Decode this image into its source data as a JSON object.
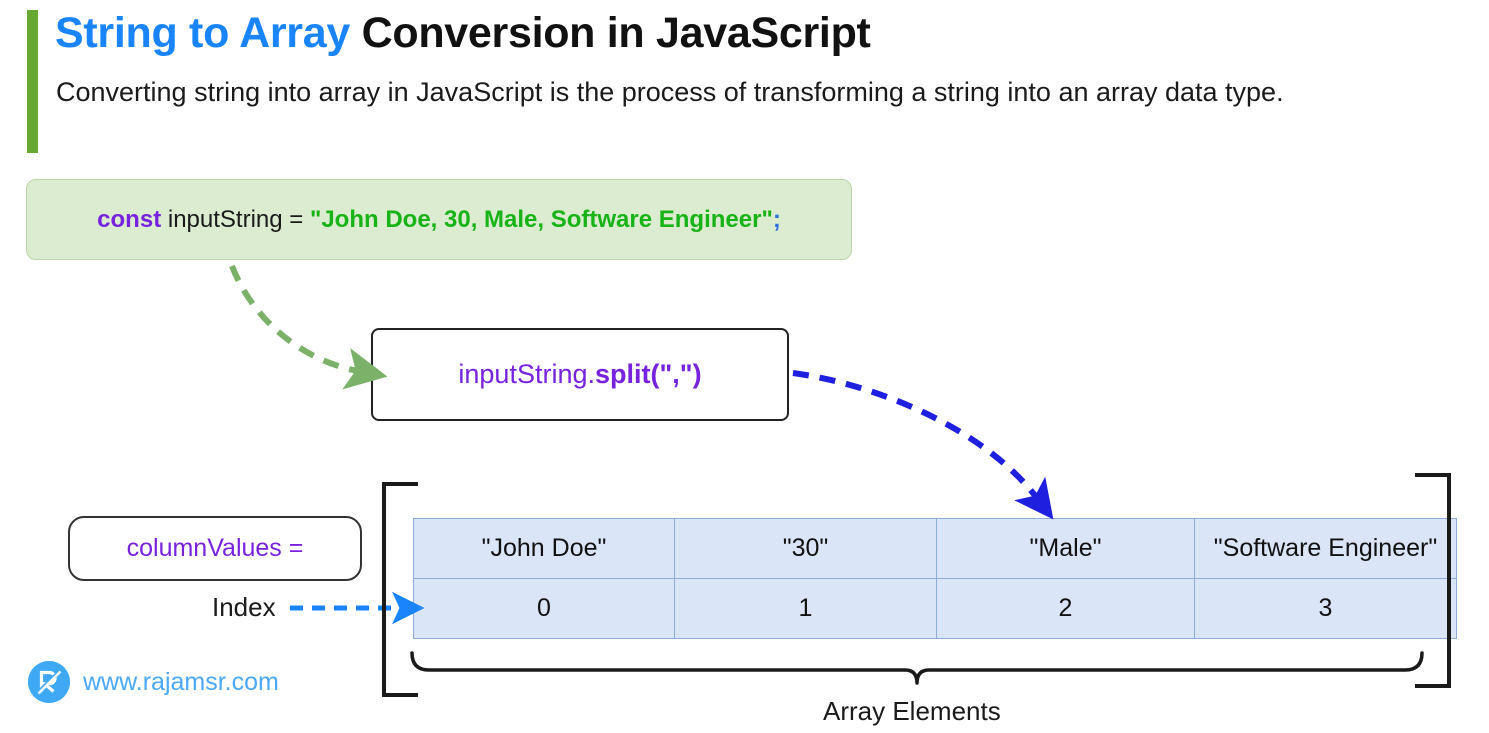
{
  "header": {
    "title_highlight": "String to Array",
    "title_rest": " Conversion in JavaScript",
    "subtitle": "Converting string into array in JavaScript is the process of transforming a string into an array data type.",
    "accent_color": "#66a832",
    "highlight_color": "#1a84fc"
  },
  "code_block": {
    "keyword": "const",
    "identifier": " inputString ",
    "operator": "= ",
    "string_literal": "\"John Doe, 30, Male, Software Engineer\"",
    "semicolon": ";",
    "background_color": "#dcecd0",
    "keyword_color": "#7722dd",
    "string_color": "#17b317"
  },
  "split_box": {
    "prefix": "inputString.",
    "method": "split(\",\")",
    "text_color": "#7722dd"
  },
  "array_label": {
    "variable": "columnValues =",
    "index_label": "Index",
    "elements_label": "Array Elements",
    "variable_color": "#7722dd"
  },
  "table": {
    "values_row": [
      "\"John Doe\"",
      "\"30\"",
      "\"Male\"",
      "\"Software Engineer\""
    ],
    "index_row": [
      "0",
      "1",
      "2",
      "3"
    ],
    "cell_background": "#dbe5f8",
    "cell_border": "#8fabd8"
  },
  "arrows": {
    "green_dashed_color": "#7cb16a",
    "blue_dashed_color": "#1f1fe0",
    "index_arrow_color": "#1a84fc"
  },
  "footer": {
    "site_url": "www.rajamsr.com",
    "logo_letter": "R",
    "brand_color": "#4aa8f7"
  }
}
